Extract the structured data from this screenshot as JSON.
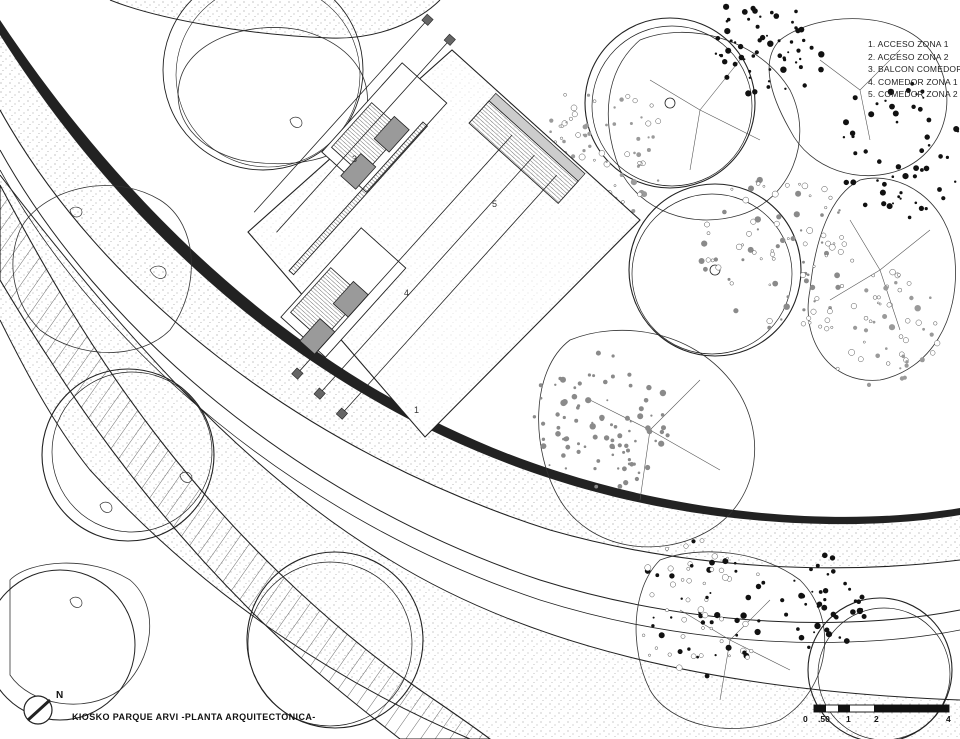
{
  "legend": {
    "items": [
      "1.  ACCESO ZONA 1",
      "2.  ACCESO ZONA 2",
      "3.  BALCON COMEDOR",
      "4. COMEDOR ZONA 1",
      "5. COMEDOR ZONA 2"
    ]
  },
  "title": "KIOSKO PARQUE ARVI -PLANTA ARQUITECTONICA-",
  "north": {
    "label": "N"
  },
  "scale": {
    "ticks": [
      "0",
      ".50",
      "1",
      "2",
      "4"
    ]
  },
  "room_labels": [
    "1",
    "3",
    "4",
    "5"
  ],
  "colors": {
    "line": "#222222",
    "hatch": "#555555",
    "fill_dark": "#8a8a8a",
    "fill_mid": "#b3b3b3",
    "dot_gray": "#9a9a9a"
  }
}
